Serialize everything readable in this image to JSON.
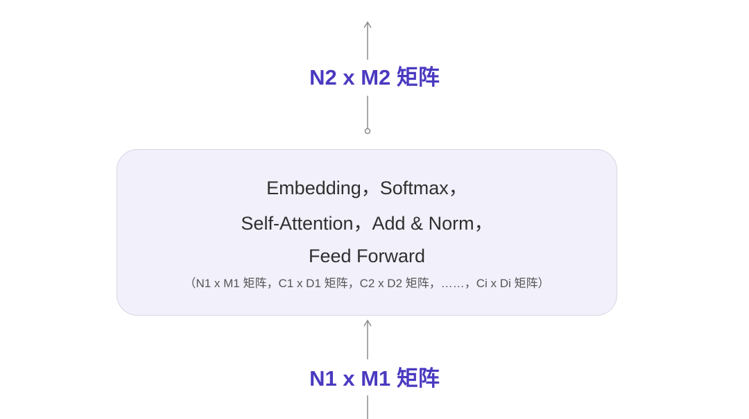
{
  "output_matrix": {
    "label": "N2 x M2 矩阵"
  },
  "input_matrix": {
    "label": "N1 x M1 矩阵"
  },
  "process": {
    "lines": [
      "Embedding，Softmax，",
      "Self-Attention，Add & Norm，",
      "Feed Forward"
    ],
    "note": "（N1 x M1 矩阵，C1 x D1 矩阵，C2 x D2 矩阵，……，Ci x Di 矩阵）"
  },
  "colors": {
    "label": "#4a3ac0",
    "box_fill": "#f1f0fb",
    "box_border": "#d6d6e2",
    "connector": "#8a8a8a"
  }
}
